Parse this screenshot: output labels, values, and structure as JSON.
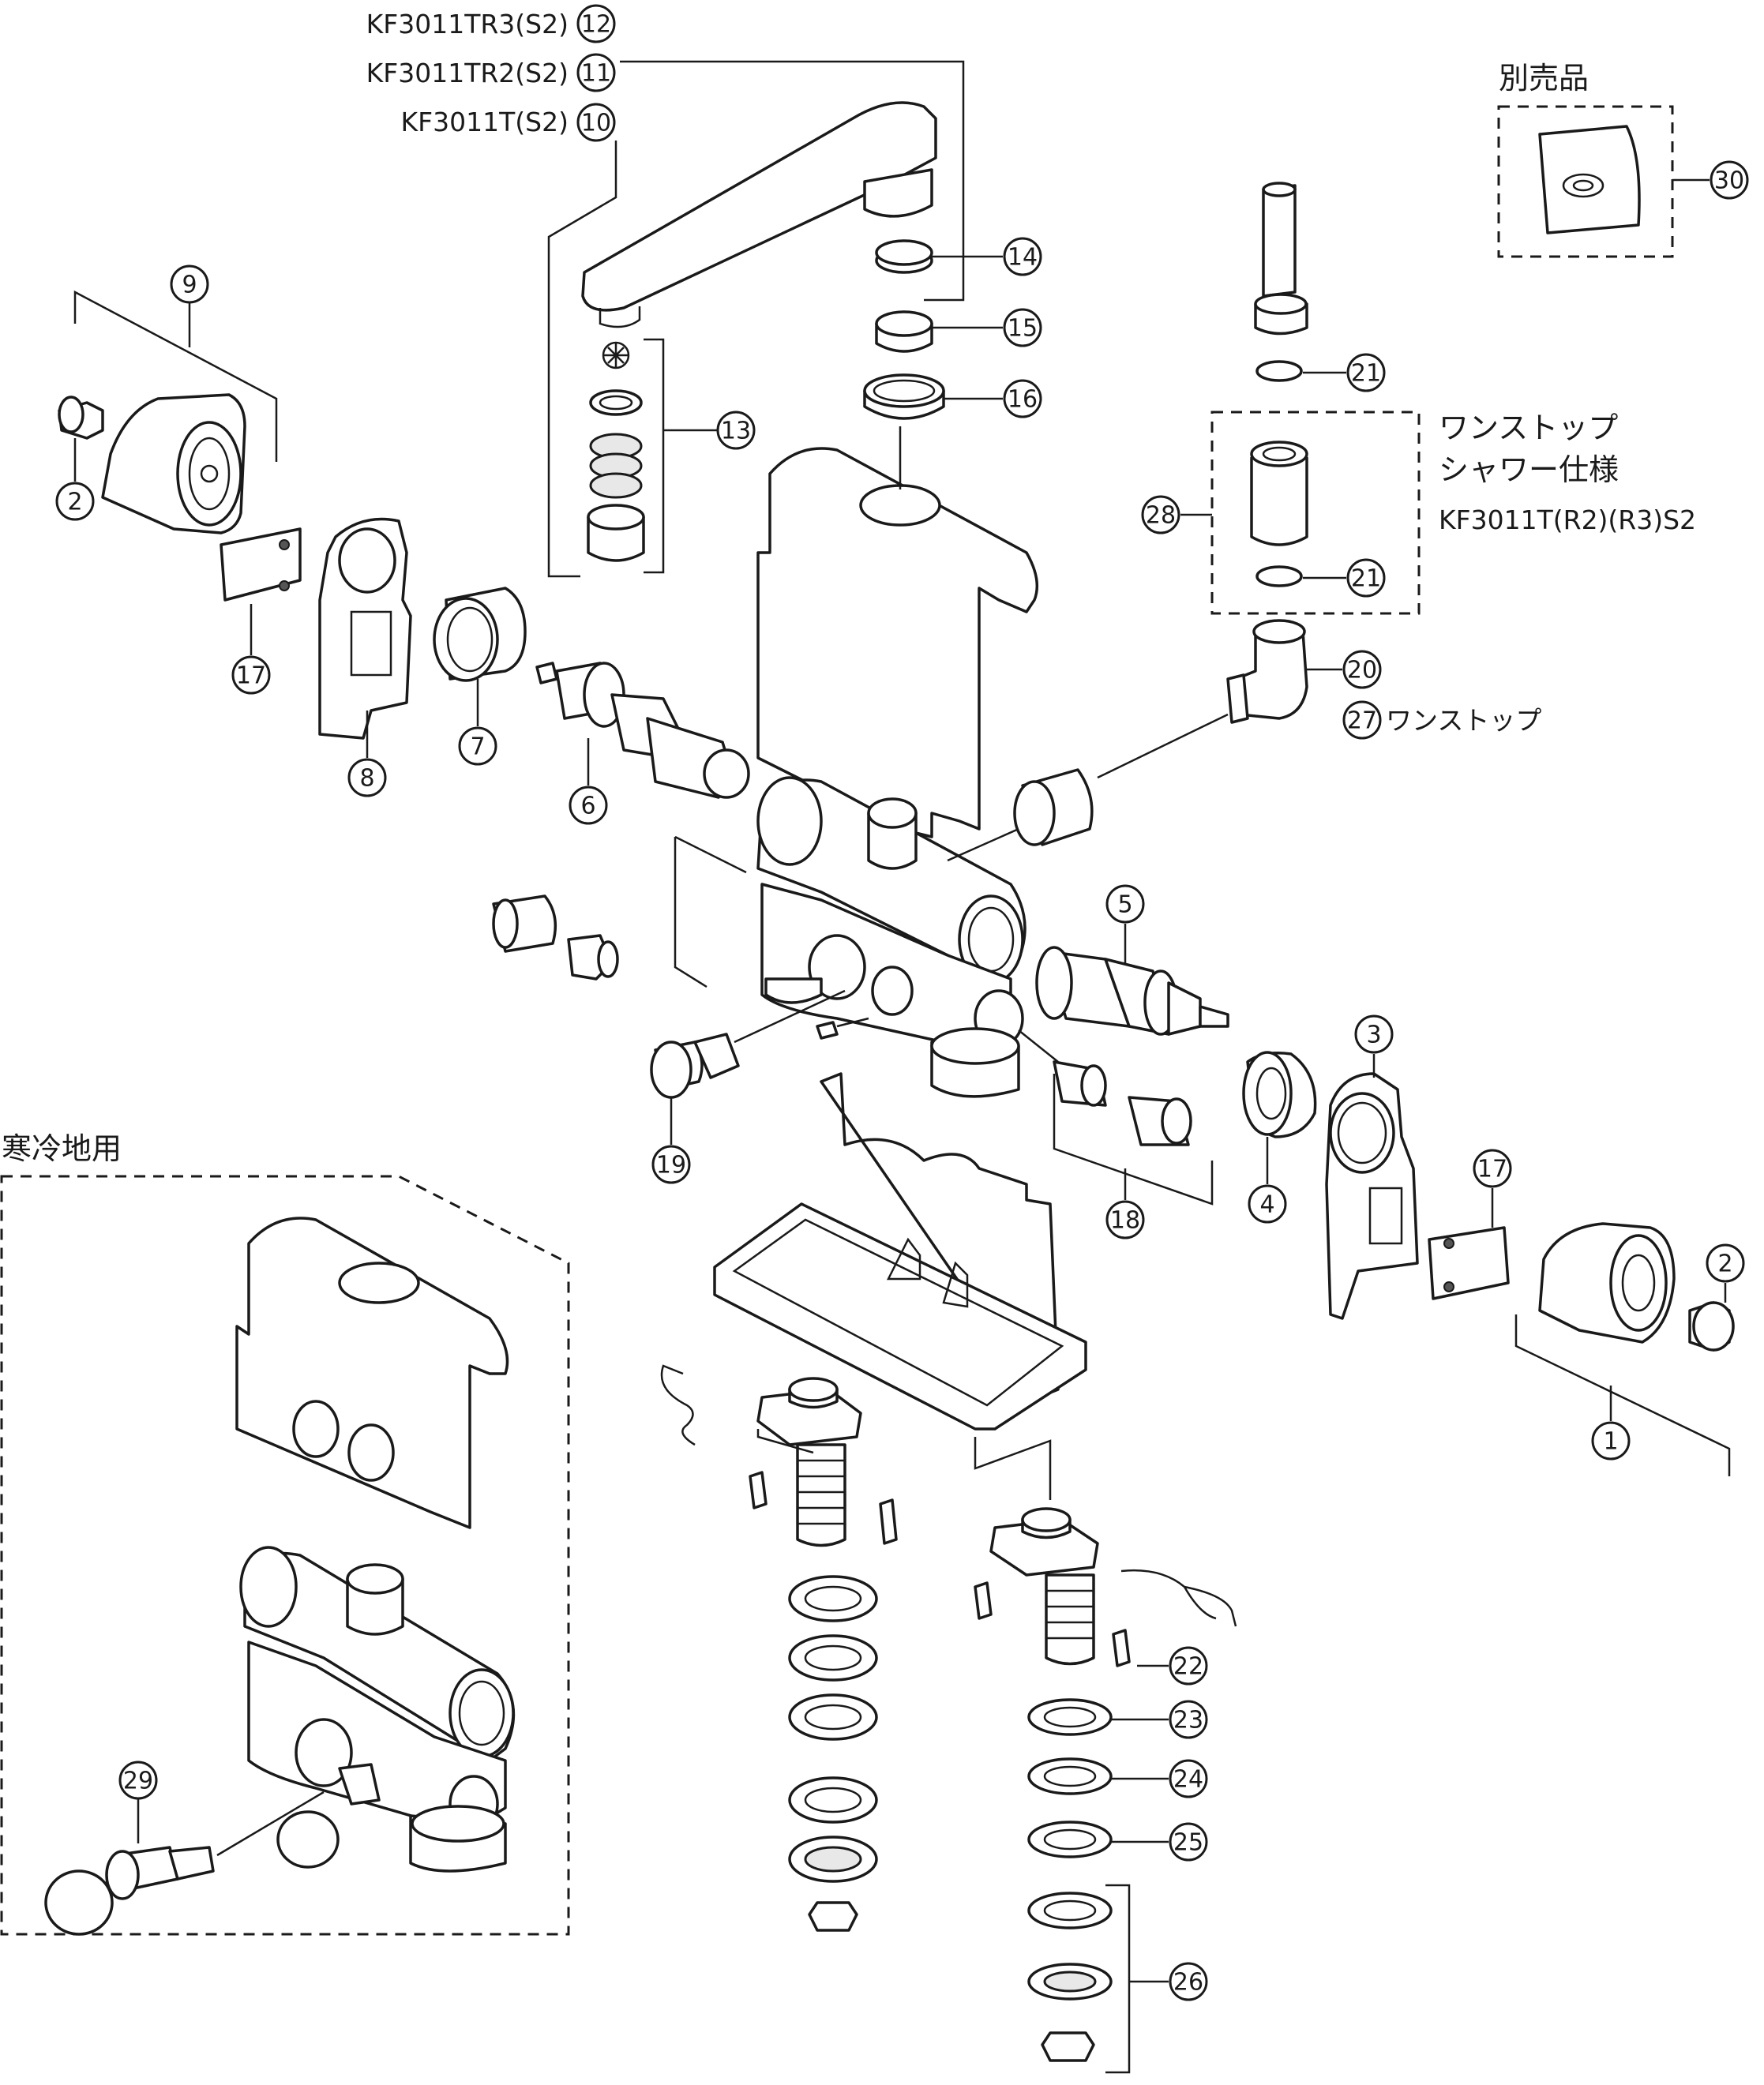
{
  "model_labels": {
    "tr3": "KF3011TR3(S2)",
    "tr2": "KF3011TR2(S2)",
    "t": "KF3011T(S2)",
    "oneshot_model": "KF3011T(R2)(R3)S2"
  },
  "section_labels": {
    "optional": "別売品",
    "cold_region": "寒冷地用",
    "oneshot_line1": "ワンストップ",
    "oneshot_line2": "シャワー仕様",
    "oneshot_short": "ワンストップ"
  },
  "part_numbers": [
    "1",
    "2",
    "3",
    "4",
    "5",
    "6",
    "7",
    "8",
    "9",
    "10",
    "11",
    "12",
    "13",
    "14",
    "15",
    "16",
    "17",
    "18",
    "19",
    "20",
    "21",
    "22",
    "23",
    "24",
    "25",
    "26",
    "27",
    "28",
    "29",
    "30"
  ],
  "callouts": {
    "n1": "1",
    "n2a": "2",
    "n2b": "2",
    "n3": "3",
    "n4": "4",
    "n5": "5",
    "n6": "6",
    "n7": "7",
    "n8": "8",
    "n9": "9",
    "n10": "10",
    "n11": "11",
    "n12": "12",
    "n13": "13",
    "n14": "14",
    "n15": "15",
    "n16": "16",
    "n17a": "17",
    "n17b": "17",
    "n18": "18",
    "n19": "19",
    "n20": "20",
    "n21a": "21",
    "n21b": "21",
    "n22": "22",
    "n23": "23",
    "n24": "24",
    "n25": "25",
    "n26": "26",
    "n27": "27",
    "n28": "28",
    "n29": "29",
    "n30": "30"
  }
}
